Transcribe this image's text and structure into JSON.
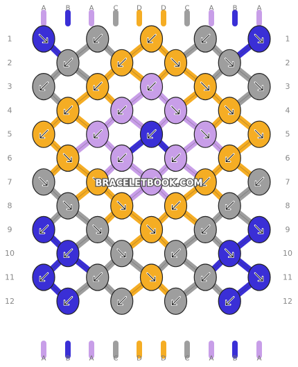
{
  "watermark": "BRACELETBOOK.COM",
  "colors": {
    "A": "#c89ee8",
    "B": "#3a2fd6",
    "C": "#9e9e9e",
    "D": "#f5ad24"
  },
  "top_labels": [
    "A",
    "B",
    "A",
    "C",
    "D",
    "D",
    "C",
    "A",
    "B",
    "A"
  ],
  "bottom_labels": [
    "A",
    "B",
    "A",
    "C",
    "D",
    "D",
    "C",
    "A",
    "B",
    "A"
  ],
  "row_numbers": [
    "1",
    "2",
    "3",
    "4",
    "5",
    "6",
    "7",
    "8",
    "9",
    "10",
    "11",
    "12"
  ],
  "knots": [
    [
      "B",
      "C",
      "D",
      "C",
      "B"
    ],
    [
      "C",
      "D",
      "D",
      "C"
    ],
    [
      "C",
      "D",
      "A",
      "D",
      "C"
    ],
    [
      "D",
      "A",
      "A",
      "D"
    ],
    [
      "D",
      "A",
      "B",
      "A",
      "D"
    ],
    [
      "D",
      "A",
      "A",
      "D"
    ],
    [
      "C",
      "D",
      "A",
      "D",
      "C"
    ],
    [
      "C",
      "D",
      "D",
      "C"
    ],
    [
      "B",
      "C",
      "D",
      "C",
      "B"
    ],
    [
      "B",
      "C",
      "C",
      "B"
    ],
    [
      "B",
      "C",
      "D",
      "C",
      "B"
    ],
    [
      "B",
      "C",
      "C",
      "B"
    ]
  ],
  "arrows": [
    [
      "se",
      "sw",
      "sw",
      "sw",
      "se"
    ],
    [
      "sw",
      "sw",
      "se",
      "se"
    ],
    [
      "sw",
      "sw",
      "sw",
      "se",
      "se"
    ],
    [
      "sw",
      "sw",
      "se",
      "se"
    ],
    [
      "sw",
      "sw",
      "sw",
      "se",
      "se"
    ],
    [
      "se",
      "sw",
      "sw",
      "sw"
    ],
    [
      "se",
      "se",
      "sw",
      "sw",
      "sw"
    ],
    [
      "se",
      "se",
      "sw",
      "sw"
    ],
    [
      "sw",
      "se",
      "se",
      "sw",
      "se"
    ],
    [
      "sw",
      "se",
      "sw",
      "se"
    ],
    [
      "sw",
      "sw",
      "se",
      "sw",
      "se"
    ],
    [
      "sw",
      "sw",
      "sw",
      "sw"
    ]
  ]
}
